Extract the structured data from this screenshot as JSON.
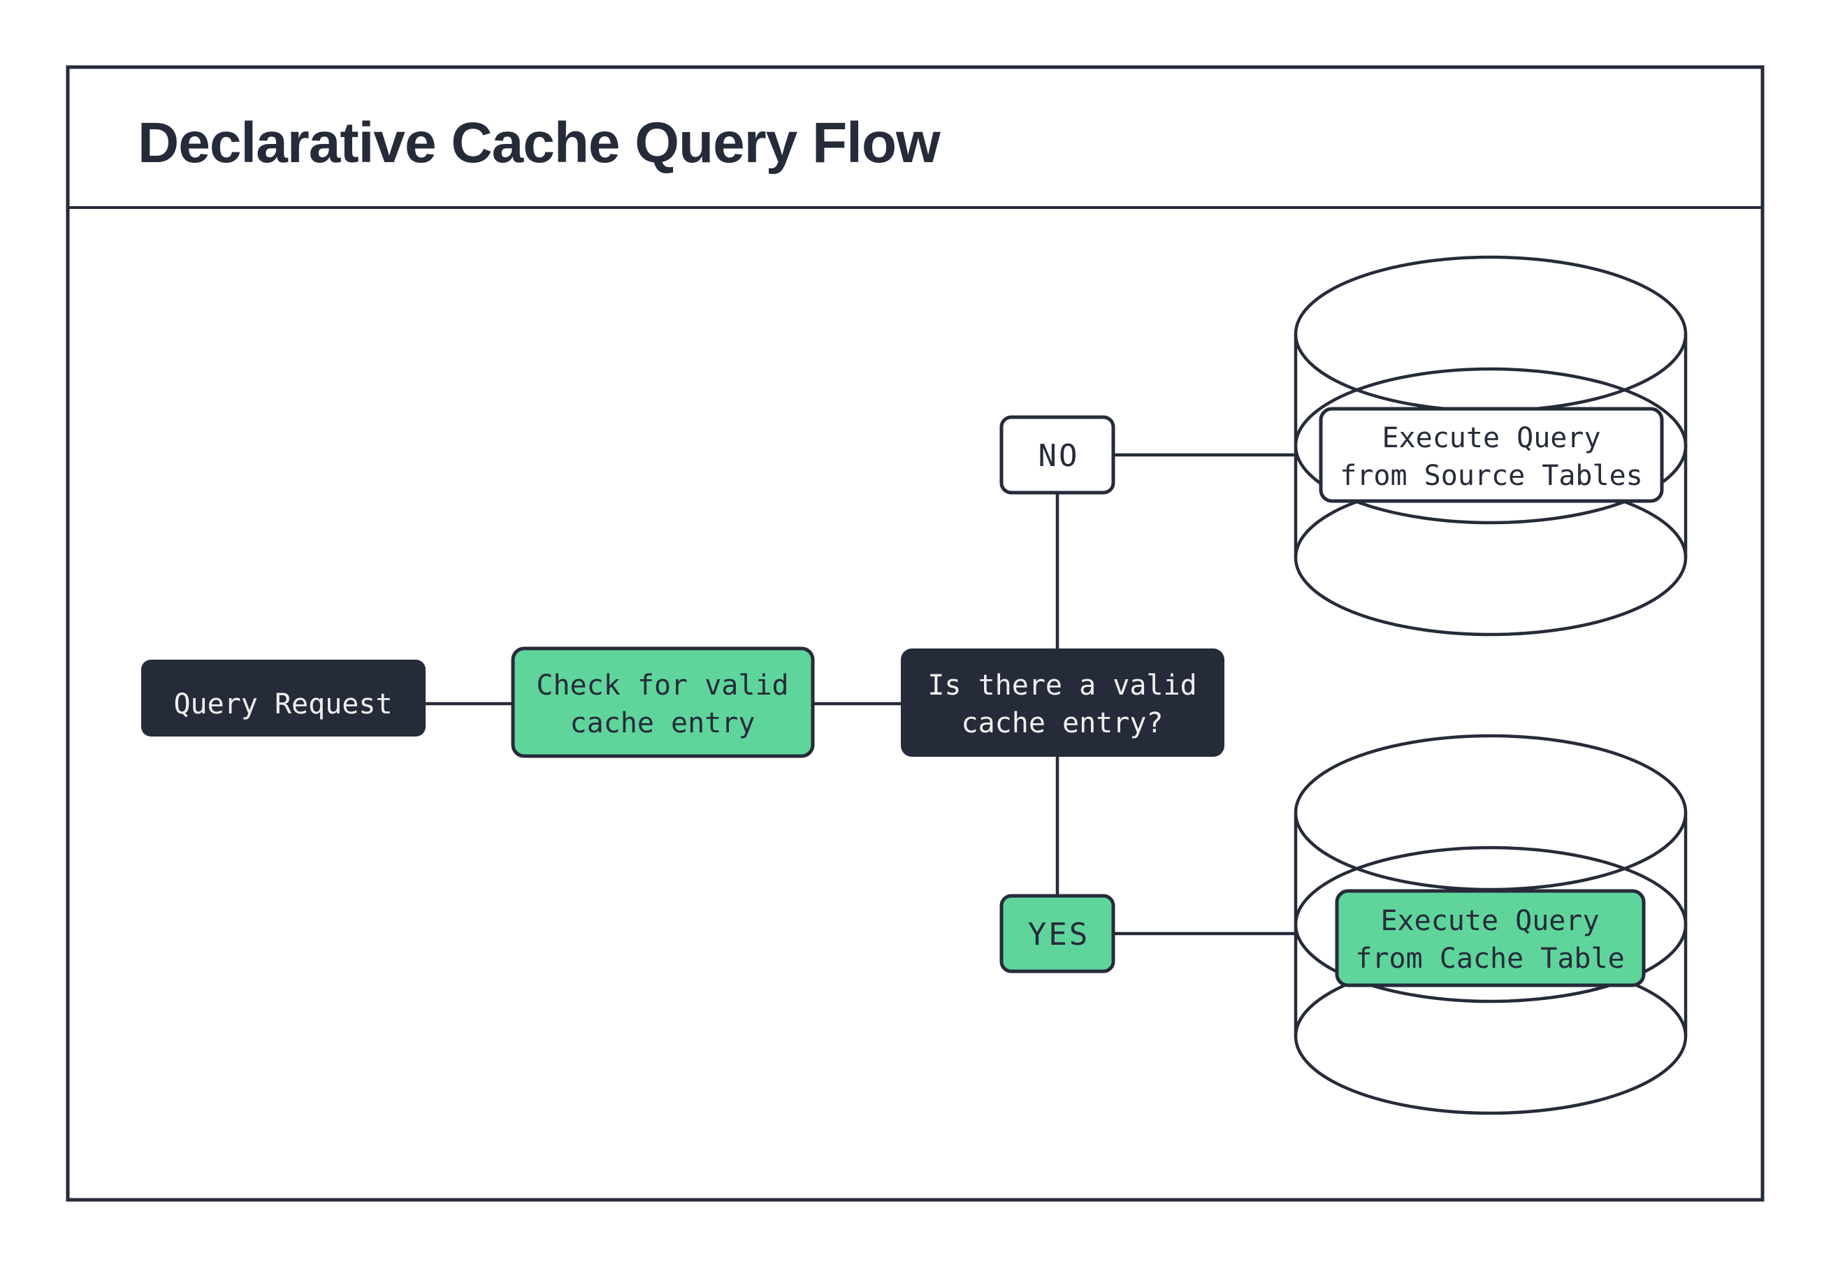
{
  "title": "Declarative Cache Query Flow",
  "colors": {
    "dark": "#262B3A",
    "green": "#5FD59C",
    "light_text": "#EFEFED",
    "background": "#FFFFFF"
  },
  "nodes": {
    "query_request": {
      "label": "Query Request"
    },
    "check_cache": {
      "line1": "Check for valid",
      "line2": "cache entry"
    },
    "decision": {
      "line1": "Is there a valid",
      "line2": "cache entry?"
    },
    "no_branch": {
      "label": "NO"
    },
    "yes_branch": {
      "label": "YES"
    },
    "source_db": {
      "line1": "Execute Query",
      "line2": "from Source Tables"
    },
    "cache_db": {
      "line1": "Execute Query",
      "line2": "from Cache Table"
    }
  }
}
